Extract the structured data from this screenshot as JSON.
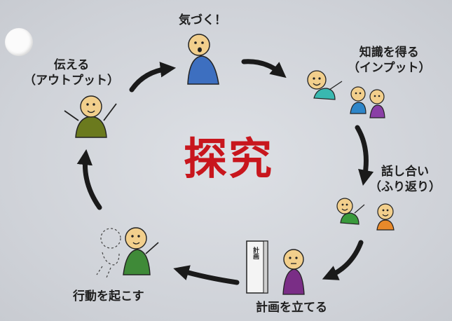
{
  "title": "探究",
  "colors": {
    "title": "#c8161d",
    "arrow": "#1a1a1a",
    "background": "#d3d6dc"
  },
  "steps": [
    {
      "label": "気づく！"
    },
    {
      "label": "知識を得る",
      "sub": "（インプット）"
    },
    {
      "label": "話し合い",
      "sub": "（ふり返り）"
    },
    {
      "label": "計画を立てる"
    },
    {
      "label": "行動を起こす"
    },
    {
      "label": "伝える",
      "sub": "（アウトプット）"
    }
  ],
  "door_sign": "計画",
  "icons": {
    "cycle": [
      "curved-arrow-icon",
      "curved-arrow-icon",
      "curved-arrow-icon",
      "curved-arrow-icon",
      "curved-arrow-icon",
      "curved-arrow-icon"
    ]
  }
}
